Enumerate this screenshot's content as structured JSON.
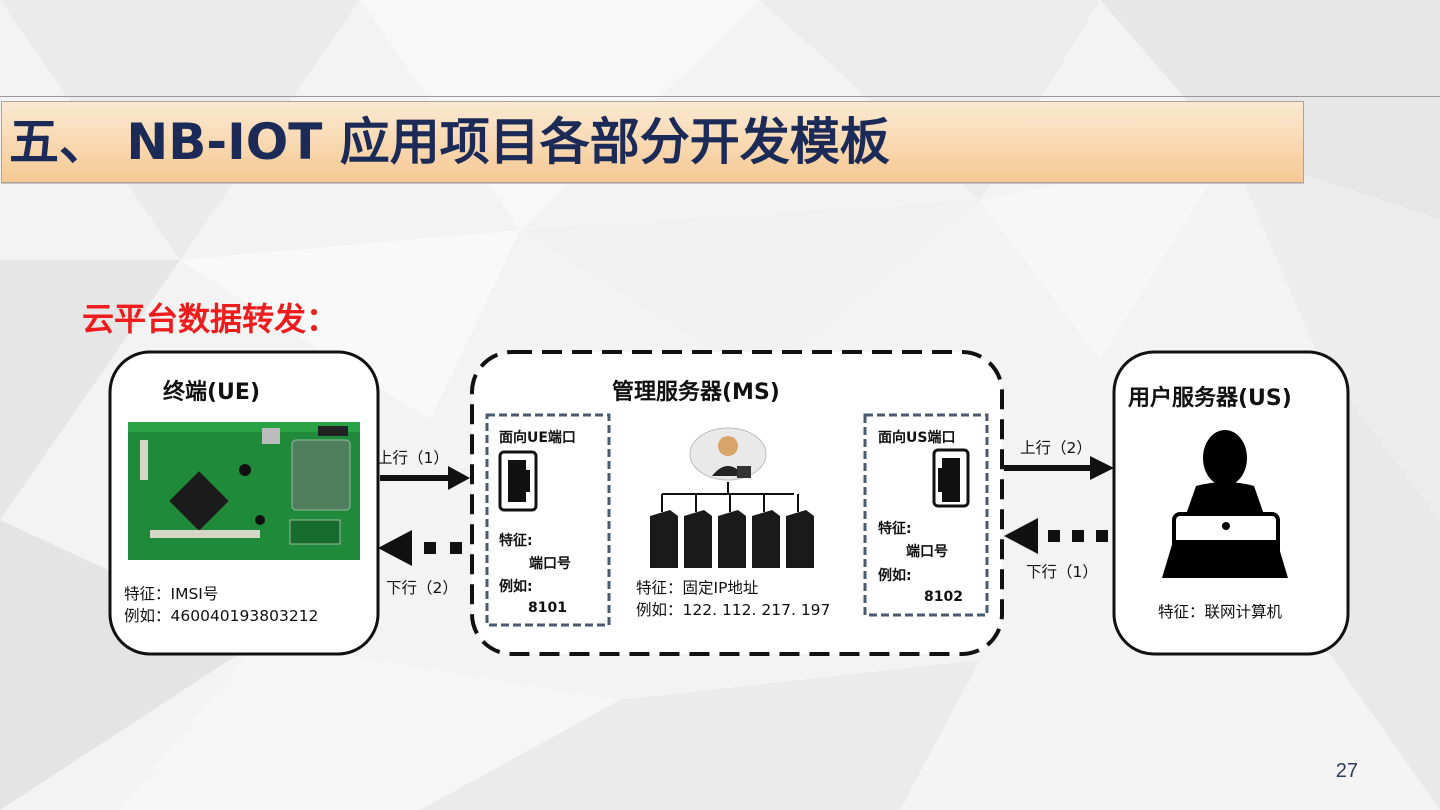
{
  "slide": {
    "title": "五、 NB-IOT 应用项目各部分开发模板",
    "subtitle": "云平台数据转发：",
    "page_number": "27"
  },
  "diagram": {
    "ue": {
      "title": "终端(UE)",
      "feature": "特征：IMSI号",
      "example": "例如：460040193803212",
      "icon": "circuit-board-icon"
    },
    "ms": {
      "title": "管理服务器(MS)",
      "feature": "特征：固定IP地址",
      "example": "例如：122. 112. 217. 197",
      "icon": "server-cluster-icon",
      "ue_port": {
        "title": "面向UE端口",
        "feature": "特征:",
        "port": "端口号",
        "example": "例如:",
        "value": "8101"
      },
      "us_port": {
        "title": "面向US端口",
        "feature": "特征:",
        "port": "端口号",
        "example": "例如:",
        "value": "8102"
      }
    },
    "us": {
      "title": "用户服务器(US)",
      "feature": "特征：联网计算机",
      "icon": "user-laptop-icon"
    },
    "links": {
      "ue_up": "上行（1）",
      "ue_down": "下行（2）",
      "us_up": "上行（2）",
      "us_down": "下行（1）"
    }
  },
  "colors": {
    "title_text": "#1b2a57",
    "subtitle_text": "#ee1c1c",
    "title_bg_top": "#fbe9d2",
    "title_bg_bottom": "#f6c994",
    "port_border": "#4a5a70",
    "board_green": "#1f8a3a"
  }
}
